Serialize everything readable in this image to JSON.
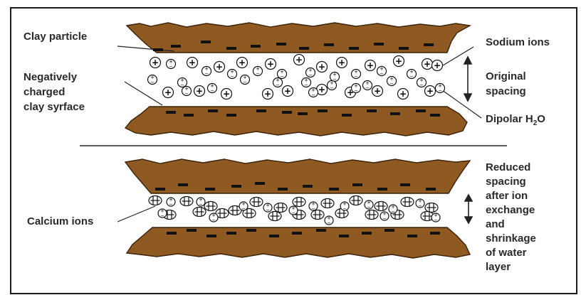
{
  "labels": {
    "clay_particle": "Clay particle",
    "sodium_ions": "Sodium ions",
    "negatively_line1": "Negatively",
    "negatively_line2": "charged",
    "negatively_line3": "clay syrface",
    "original_line1": "Original",
    "original_line2": "spacing",
    "dipolar_prefix": "Dipolar H",
    "dipolar_sub": "2",
    "dipolar_suffix": "O",
    "calcium_ions": "Calcium ions",
    "reduced_line1": "Reduced",
    "reduced_line2": "spacing",
    "reduced_line3": "after ion",
    "reduced_line4": "exchange",
    "reduced_line5": "and",
    "reduced_line6": "shrinkage",
    "reduced_line7": "of water",
    "reduced_line8": "layer"
  },
  "colors": {
    "clay": "#8f5a22",
    "clay_edge": "#3a2208",
    "charge_mark": "#111111",
    "text": "#2a2a2a"
  },
  "symbols": {
    "cation_plus": "+",
    "anion_minus": "−"
  }
}
